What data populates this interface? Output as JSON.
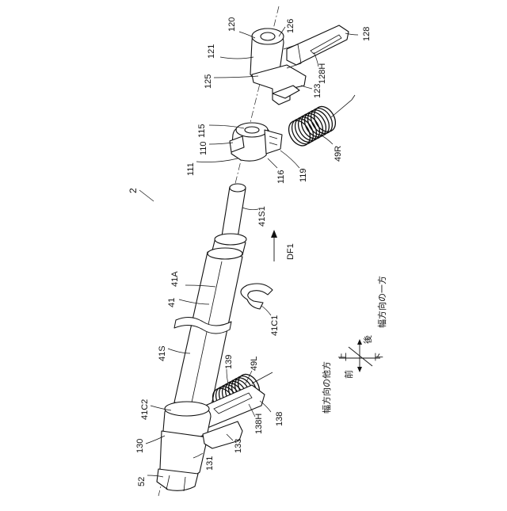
{
  "figure_number": "2",
  "labels": {
    "l120": "120",
    "l126": "126",
    "l128": "128",
    "l121": "121",
    "l125": "125",
    "l128H": "128H",
    "l123": "123",
    "l115": "115",
    "l110": "110",
    "l111": "111",
    "l116": "116",
    "l119": "119",
    "l49R": "49R",
    "l41S1": "41S1",
    "lDF1": "DF1",
    "l41A": "41A",
    "l41": "41",
    "l41C1": "41C1",
    "l41S": "41S",
    "l139": "139",
    "l49L": "49L",
    "l41C2": "41C2",
    "l130": "130",
    "l138H": "138H",
    "l138": "138",
    "l133": "133",
    "l131": "131",
    "l52": "52"
  },
  "compass": {
    "up": "上",
    "down": "下",
    "back": "後",
    "front": "前",
    "width_one_side": "幅方向の一方",
    "width_other_side": "幅方向の他方"
  }
}
